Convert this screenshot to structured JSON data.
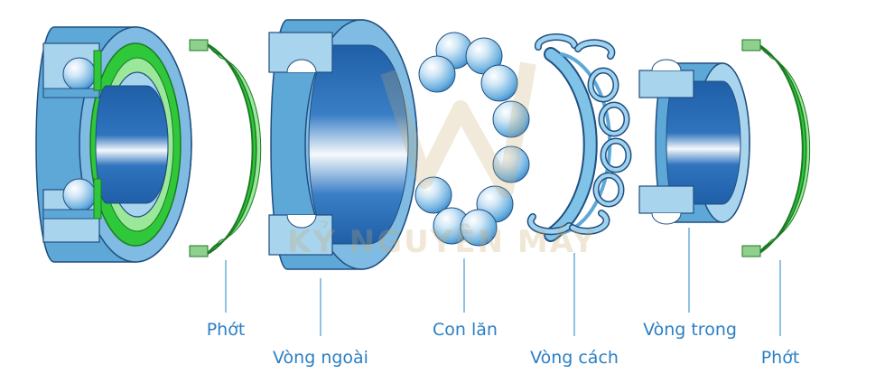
{
  "diagram": {
    "watermark_text": "KỶ NGUYÊN MÁY",
    "parts": [
      {
        "id": "seal-left",
        "label": "Phớt"
      },
      {
        "id": "outer-ring",
        "label": "Vòng ngoài"
      },
      {
        "id": "rolling-elements",
        "label": "Con lăn"
      },
      {
        "id": "cage",
        "label": "Vòng cách"
      },
      {
        "id": "inner-ring",
        "label": "Vòng trong"
      },
      {
        "id": "seal-right",
        "label": "Phớt"
      }
    ]
  },
  "colors": {
    "steel_blue": "#5ea8d8",
    "steel_light": "#a8d4ee",
    "steel_dark": "#1f5fa8",
    "seal_green": "#2ec83a",
    "seal_green_light": "#9be89a",
    "label_blue": "#2b7fc4",
    "leader_line": "#6aaedc"
  }
}
